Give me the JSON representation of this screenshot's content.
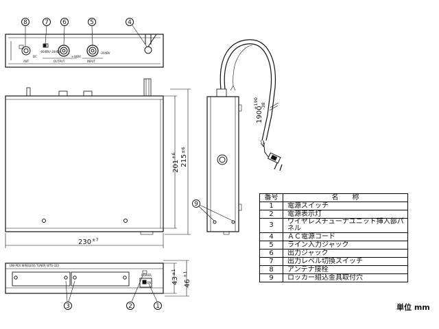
{
  "callouts": [
    {
      "no": "1"
    },
    {
      "no": "2"
    },
    {
      "no": "3"
    },
    {
      "no": "4"
    },
    {
      "no": "5"
    },
    {
      "no": "6"
    },
    {
      "no": "7"
    },
    {
      "no": "8"
    },
    {
      "no": "9"
    }
  ],
  "rear_panel_labels": {
    "ant": "ANT",
    "dc": "DC",
    "output": "OUTPUT",
    "level": "-60dBV/-20dBV",
    "dbv": "+4dBV",
    "input": "INPUT",
    "in_level": "-20dBV"
  },
  "front_panel_labels": {
    "model": "UNI-PEX WIRELESS TUNER WTS-322",
    "power": "POWER",
    "on": "ON"
  },
  "dimensions": {
    "width_value": "230",
    "width_tol": "±7",
    "depth_value": "215",
    "depth_tol": "±6",
    "inner_depth_value": "201",
    "inner_depth_tol": "±6",
    "height_value": "43",
    "height_tol": "±1",
    "height_total_value": "46",
    "height_total_tol": "±1",
    "cord_length_value": "1900",
    "cord_length_tol_plus": "+190",
    "cord_length_tol_minus": "-38"
  },
  "table": {
    "header_no": "番号",
    "header_name": "名　　称",
    "rows": [
      {
        "no": "1",
        "name": "電源スイッチ"
      },
      {
        "no": "2",
        "name": "電源表示灯"
      },
      {
        "no": "3",
        "name": "ワイヤレスチューナユニット挿入部パネル"
      },
      {
        "no": "4",
        "name": "ＡＣ電源コード"
      },
      {
        "no": "5",
        "name": "ライン入力ジャック"
      },
      {
        "no": "6",
        "name": "出力ジャック"
      },
      {
        "no": "7",
        "name": "出力レベル切換スイッチ"
      },
      {
        "no": "8",
        "name": "アンテナ接栓"
      },
      {
        "no": "9",
        "name": "ロッカー組込金具取付穴"
      }
    ]
  },
  "unit_label": "単位 mm"
}
